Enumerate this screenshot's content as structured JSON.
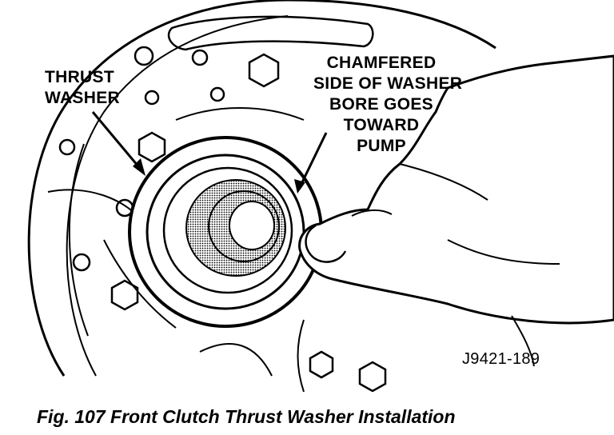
{
  "labels": {
    "thrust_line1": "THRUST",
    "thrust_line2": "WASHER",
    "chamfer_line1": "CHAMFERED",
    "chamfer_line2": "SIDE OF WASHER",
    "chamfer_line3": "BORE GOES",
    "chamfer_line4": "TOWARD",
    "chamfer_line5": "PUMP",
    "code": "J9421-189"
  },
  "caption": "Fig. 107 Front Clutch Thrust Washer Installation"
}
